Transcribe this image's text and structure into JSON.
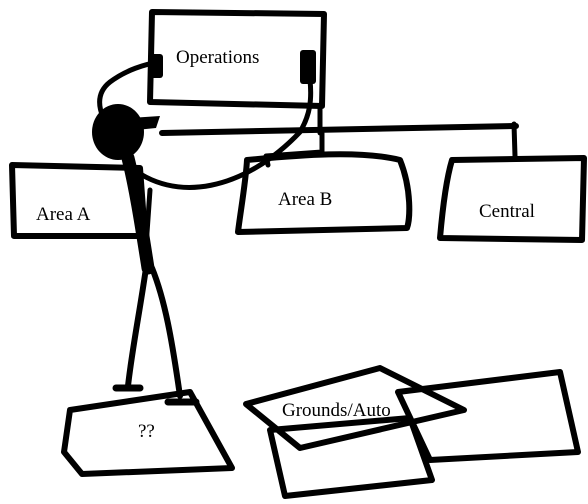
{
  "diagram": {
    "boxes": {
      "top": "Operations",
      "area_a": "Area A",
      "area_b": "Area B",
      "central": "Central",
      "grounds": "Grounds/Auto",
      "unknown": "??"
    }
  }
}
